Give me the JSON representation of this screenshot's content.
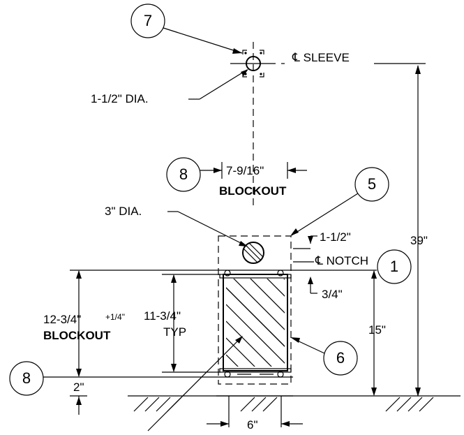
{
  "callouts": [
    "7",
    "8",
    "5",
    "1",
    "6",
    "8"
  ],
  "labels": {
    "cl_sleeve": "℄ SLEEVE",
    "sleeve_dia": "1-1/2\" DIA.",
    "blockout_width": "7-9/16\"",
    "blockout_top": "BLOCKOUT",
    "hole_dia": "3\" DIA.",
    "notch_offset": "1-1/2\"",
    "cl_notch": "℄ NOTCH",
    "notch_bottom": "3/4\"",
    "overall_height": "39\"",
    "notch_height": "15\"",
    "blockout_height": "12-3/4\"",
    "blockout_tol": "+1/4\"",
    "blockout_left": "BLOCKOUT",
    "post_height": "11-3/4\"",
    "typ": "TYP",
    "base": "2\"",
    "post_width": "6\""
  }
}
